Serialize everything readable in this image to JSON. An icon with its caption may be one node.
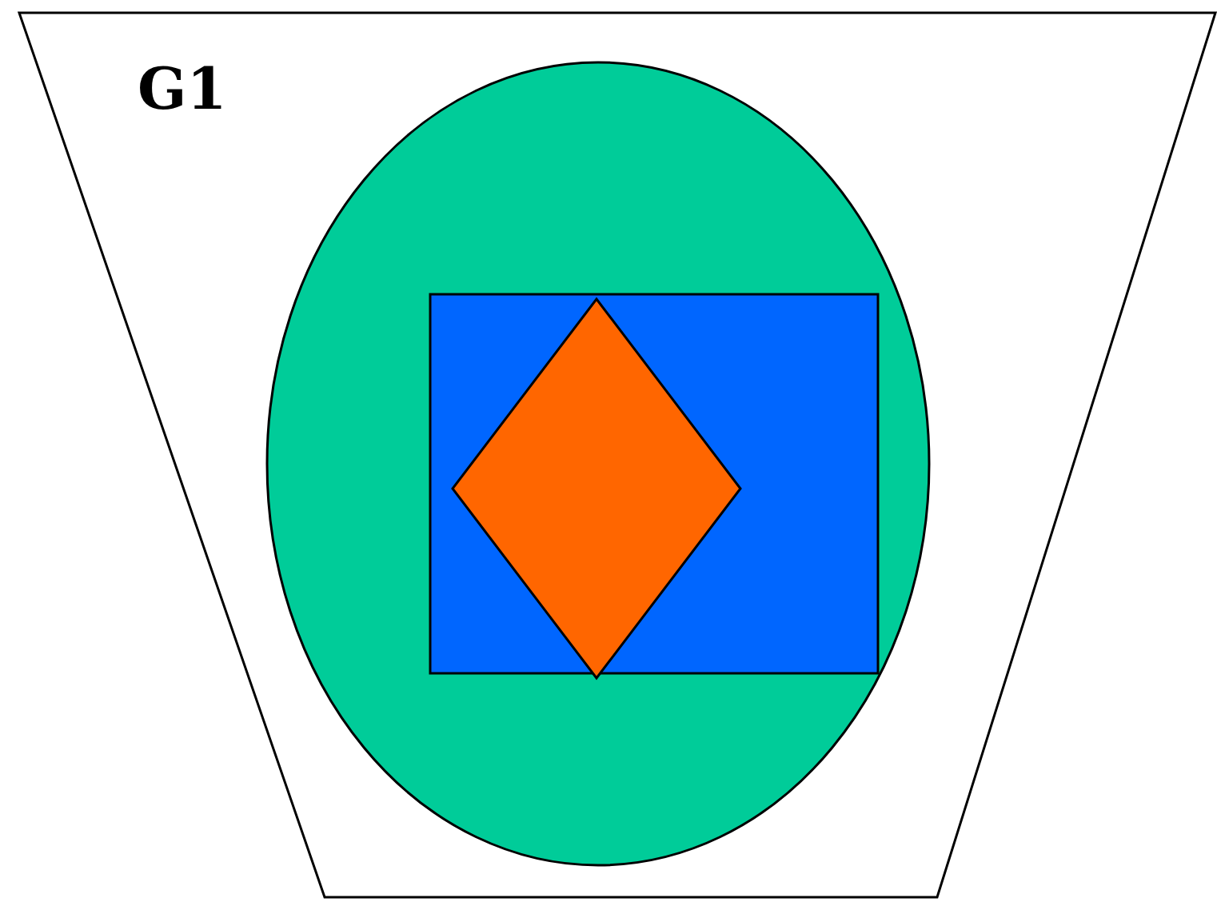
{
  "diagram": {
    "nodes": [
      {
        "text": [
          "G1"
        ]
      },
      {
        "text": [],
        "shape": "ellipse",
        "in": 0
      },
      {
        "text": [],
        "shape": "box",
        "in": 1
      },
      {
        "text": [],
        "shape": "diamond",
        "in": 2
      }
    ]
  }
}
